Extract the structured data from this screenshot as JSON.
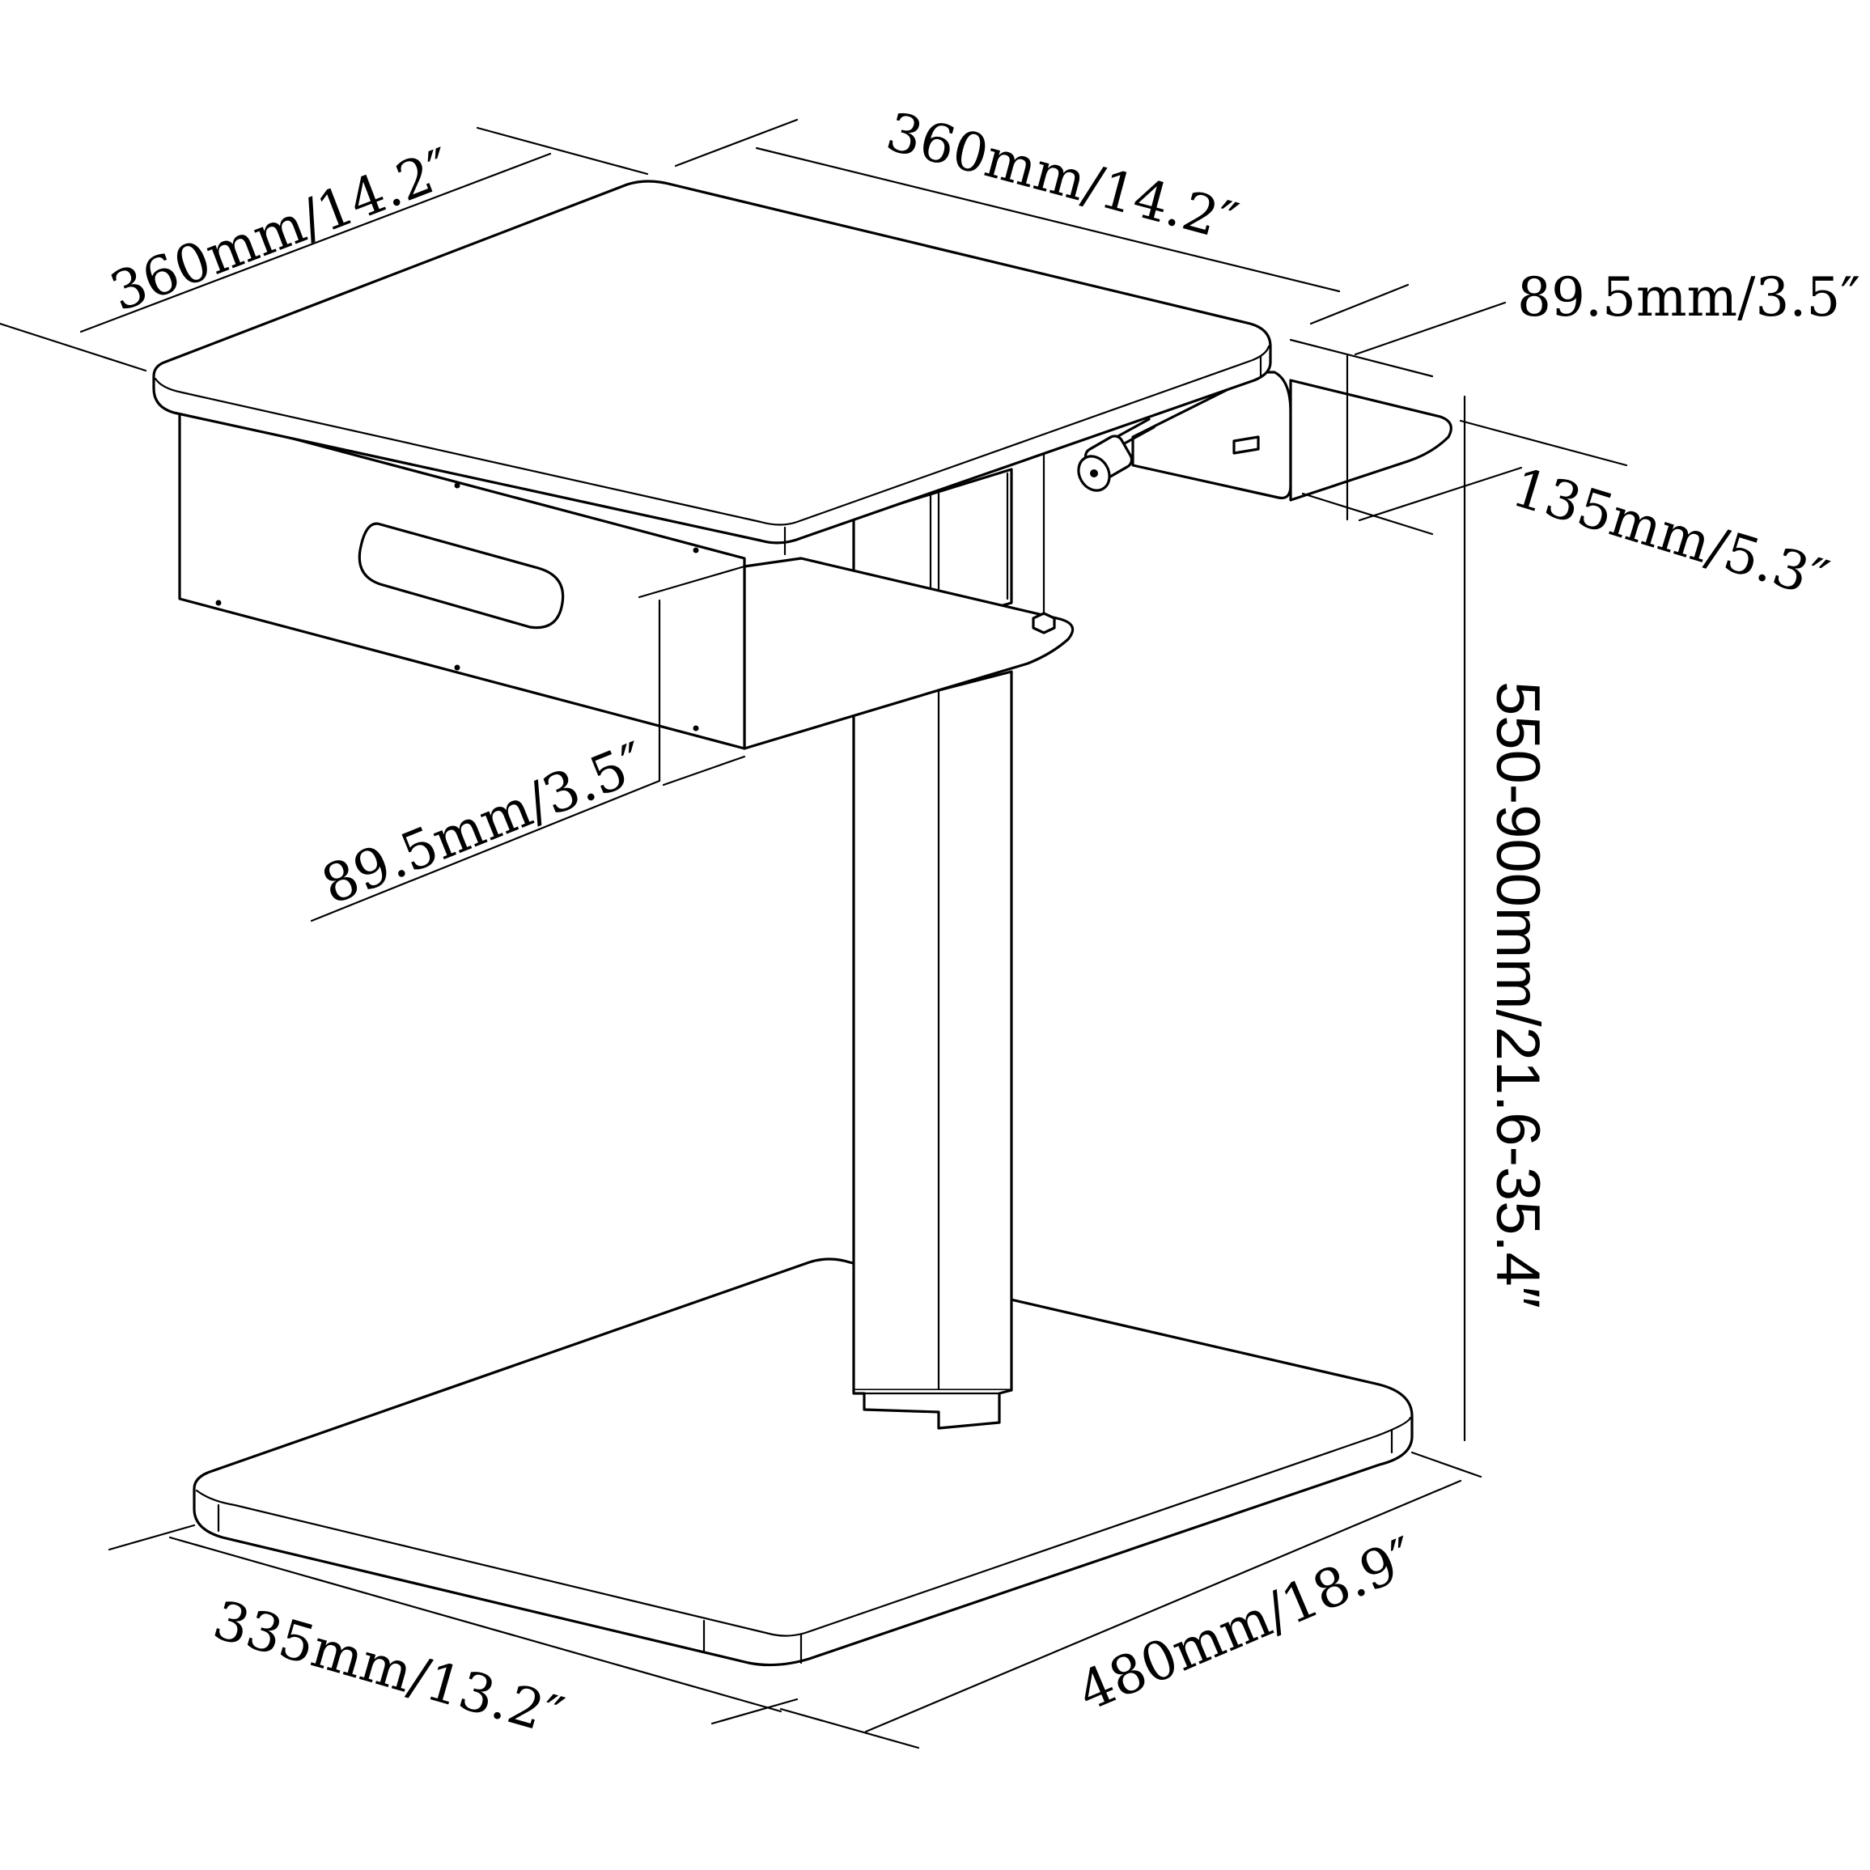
{
  "dimensions": {
    "top_width": "360mm/14.2″",
    "top_depth": "360mm/14.2″",
    "side_shelf_height": "89.5mm/3.5″",
    "side_shelf_depth": "135mm/5.3″",
    "front_shelf_height": "89.5mm/3.5″",
    "height_range": "550-900mm/21.6-35.4″",
    "base_width": "335mm/13.2″",
    "base_depth": "480mm/18.9″"
  }
}
